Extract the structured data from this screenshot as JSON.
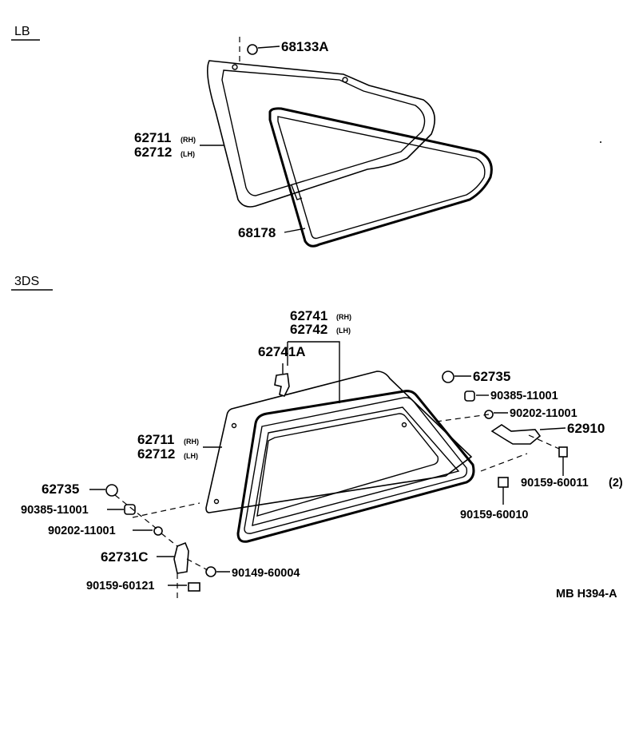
{
  "sections": {
    "lb": "LB",
    "three_ds": "3DS"
  },
  "lb_parts": {
    "clip": "68133A",
    "glass_rh": "62711",
    "glass_rh_side": "(RH)",
    "glass_lh": "62712",
    "glass_lh_side": "(LH)",
    "weatherstrip": "68178"
  },
  "ds_parts": {
    "moulding_rh": "62741",
    "moulding_rh_side": "(RH)",
    "moulding_lh": "62742",
    "moulding_lh_side": "(LH)",
    "moulding_clip": "62741A",
    "glass_rh": "62711",
    "glass_rh_side": "(RH)",
    "glass_lh": "62712",
    "glass_lh_side": "(LH)",
    "cap_right": "62735",
    "spacer_right": "90385-11001",
    "washer_right": "90202-11001",
    "latch": "62910",
    "screw_latch": "90159-60011",
    "screw_latch_qty": "(2)",
    "screw_lower": "90159-60010",
    "cap_left": "62735",
    "spacer_left": "90385-11001",
    "washer_left": "90202-11001",
    "hinge": "62731C",
    "nut": "90149-60004",
    "screw_hinge": "90159-60121"
  },
  "diagram_code": "MB H394-A"
}
